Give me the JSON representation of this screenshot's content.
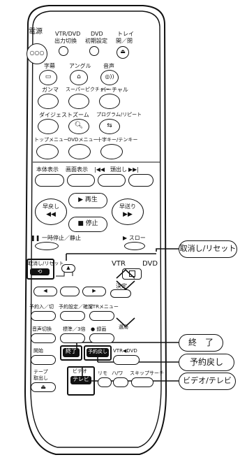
{
  "top": {
    "power": "電源",
    "vtr_dvd": "VTR/DVD",
    "output_switch": "出力切換",
    "dvd": "DVD",
    "initial_settings": "初期設定",
    "tray": "トレイ",
    "open_close": "開／閉"
  },
  "row2": {
    "subtitle": "字幕",
    "angle": "アングル",
    "audio": "音声"
  },
  "row3": {
    "gamma": "ガンマ",
    "super_picture": "スーパーピクチャー",
    "virtual": "バーチャル"
  },
  "row4": {
    "digest": "ダイジェスト",
    "zoom": "ズーム",
    "program_repeat": "プログラム/リピート"
  },
  "row5": {
    "top_menu": "トップメニュー",
    "dvd_menu": "DVDメニュー",
    "ten_key": "十字キー/テンキー"
  },
  "row6": {
    "unit_display": "本体表示",
    "screen_display": "画面表示",
    "skip_prev": "|◀◀",
    "cue": "頭出し",
    "skip_next": "▶▶|"
  },
  "transport": {
    "play": "▶ 再生",
    "rewind": "早戻し",
    "rewind_sym": "◀◀",
    "ff": "早送り",
    "ff_sym": "▶▶",
    "stop": "■ 停止",
    "pause": "❚❚ 一時停止／静止",
    "slow": "▶ スロー"
  },
  "mid": {
    "cancel_reset": "取消し/リセット",
    "vtr": "VTR",
    "dvd": "DVD",
    "enter": "決定"
  },
  "lower": {
    "reservation_onoff": "予約入／切",
    "reservation_set": "予約設定／確認",
    "vtr_menu": "VTRメニュー",
    "audio_switch": "音声切換",
    "std_triple": "標準／3倍",
    "record": "● 録画",
    "channel": "選局",
    "start": "開始",
    "end_btn": "終了",
    "res_return": "予約戻し",
    "vtr_to_dvd": "VTR◀DVD",
    "tape": "テープ",
    "eject": "取出し",
    "video_tv": "テレビ",
    "video_tv_top": "ビデオ",
    "remain": "リモ",
    "index": "ハ/ワ",
    "skip_search": "スキップサーチ"
  },
  "callouts": {
    "cancel_reset": "取消し/リセット",
    "end": "終　了",
    "reservation_return": "予約戻し",
    "video_tv": "ビデオ/テレビ"
  }
}
